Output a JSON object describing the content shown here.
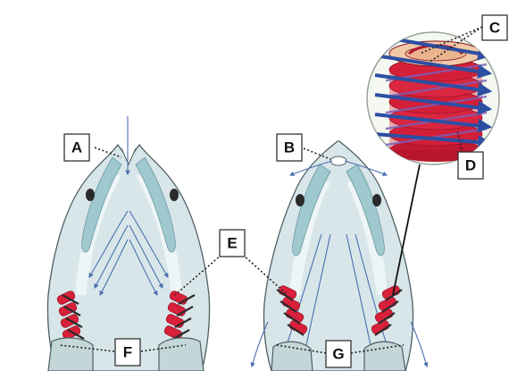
{
  "labels": {
    "A": "A",
    "B": "B",
    "C": "C",
    "D": "D",
    "E": "E",
    "F": "F",
    "G": "G"
  },
  "colors": {
    "background": "#ffffff",
    "body_fill": "#d8e6ea",
    "cartilage": "#9fc8cf",
    "gill_red": "#d8203a",
    "water_flow": "#4a6fb0",
    "blood_flow_arrow": "#2c4fa3"
  },
  "icons": {
    "flow_arrow": "water-flow-arrow-icon",
    "eye": "eye-icon",
    "gill": "gill-filament-icon"
  }
}
